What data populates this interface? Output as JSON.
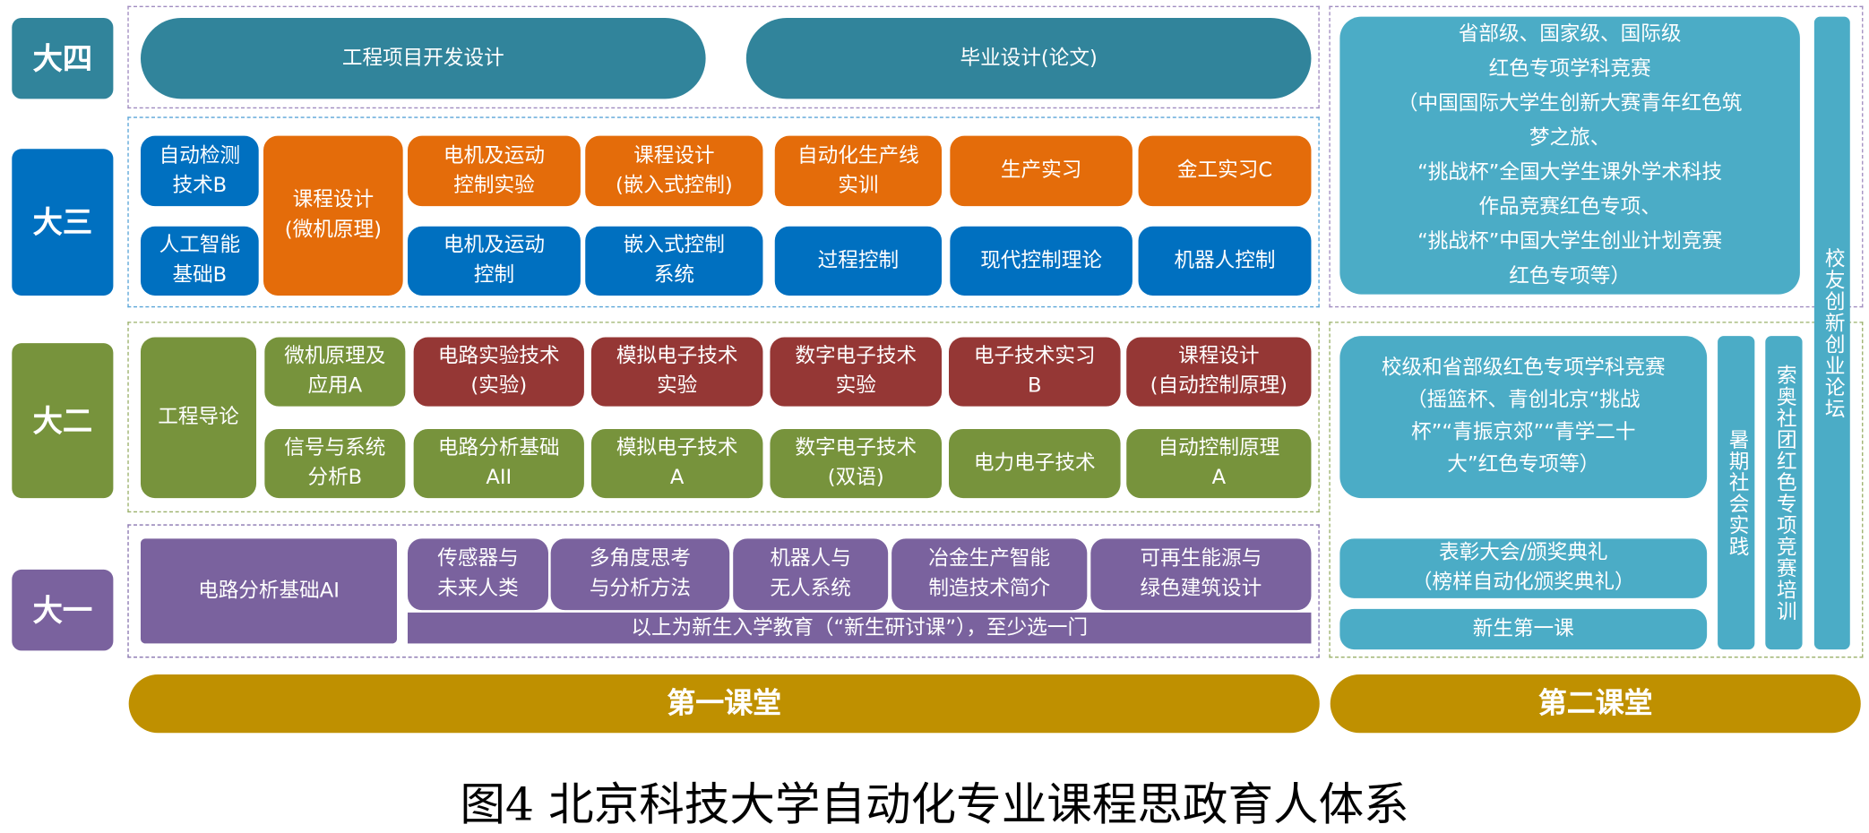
{
  "years": {
    "y4": "大四",
    "y3": "大三",
    "y2": "大二",
    "y1": "大一"
  },
  "year4": [
    "工程项目开发设计",
    "毕业设计(论文)"
  ],
  "year3": {
    "left_top": "自动检测\n技术B",
    "left_bottom": "人工智能\n基础B",
    "tall": "课程设计\n(微机原理)",
    "row1": [
      "电机及运动\n控制实验",
      "课程设计\n(嵌入式控制)",
      "自动化生产线\n实训",
      "生产实习",
      "金工实习C"
    ],
    "row2": [
      "电机及运动\n控制",
      "嵌入式控制\n系统",
      "过程控制",
      "现代控制理论",
      "机器人控制"
    ]
  },
  "year2": {
    "tall": "工程导论",
    "left_top": "微机原理及\n应用A",
    "left_bottom": "信号与系统\n分析B",
    "row1": [
      "电路实验技术\n(实验)",
      "模拟电子技术\n实验",
      "数字电子技术\n实验",
      "电子技术实习\nB",
      "课程设计\n(自动控制原理)"
    ],
    "row2": [
      "电路分析基础\nAII",
      "模拟电子技术\nA",
      "数字电子技术\n(双语)",
      "电力电子技术",
      "自动控制原理\nA"
    ]
  },
  "year1": {
    "tall": "电路分析基础AI",
    "seminars": [
      "传感器与\n未来人类",
      "多角度思考\n与分析方法",
      "机器人与\n无人系统",
      "冶金生产智能\n制造技术简介",
      "可再生能源与\n绿色建筑设计"
    ],
    "note": "以上为新生入学教育（“新生研讨课”），至少选一门"
  },
  "second": {
    "top": "省部级、国家级、国际级\n红色专项学科竞赛\n（中国国际大学生创新大赛青年红色筑\n梦之旅、\n“挑战杯”全国大学生课外学术科技\n作品竞赛红色专项、\n“挑战杯”中国大学生创业计划竞赛\n红色专项等）",
    "middle": "校级和省部级红色专项学科竞赛\n（摇篮杯、青创北京“挑战\n杯”“青振京郊”“青学二十\n大”红色专项等）",
    "award": "表彰大会/颁奖典礼\n（榜样自动化颁奖典礼）",
    "freshman": "新生第一课",
    "v_summer": "暑期社会实践",
    "v_club": "索奥社团红色专项竞赛培训",
    "v_alumni": "校友创新创业论坛"
  },
  "footer": {
    "first": "第一课堂",
    "second": "第二课堂"
  },
  "caption": "图4 北京科技大学自动化专业课程思政育人体系"
}
